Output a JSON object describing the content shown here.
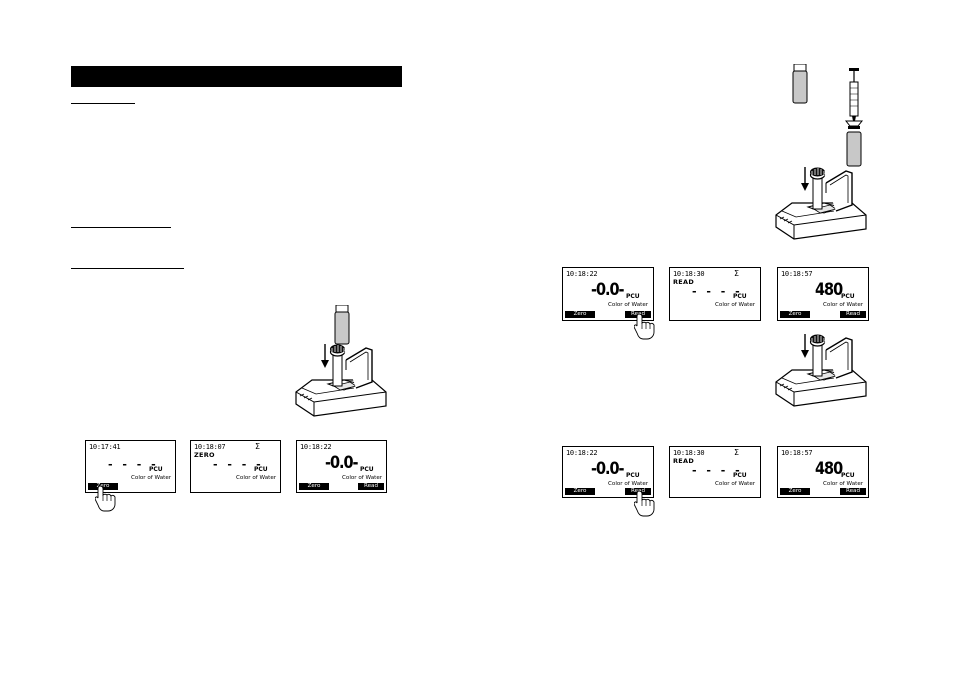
{
  "page": {
    "section_bar_color": "#000000"
  },
  "left_screens": [
    {
      "id": "s1",
      "time": "10:17:41",
      "sigma": "",
      "mode": "",
      "reading": "- - - -",
      "reading_kind": "dashes",
      "unit": "PCU",
      "parameter": "Color of Water",
      "key_left": "Zero",
      "key_right": "",
      "pressed": "left"
    },
    {
      "id": "s2",
      "time": "10:18:07",
      "sigma": "Σ",
      "mode": "ZERO",
      "reading": "- - - -",
      "reading_kind": "dashes",
      "unit": "PCU",
      "parameter": "Color of Water",
      "key_left": "",
      "key_right": "",
      "pressed": ""
    },
    {
      "id": "s3",
      "time": "10:18:22",
      "sigma": "",
      "mode": "",
      "reading": "-0.0-",
      "reading_kind": "value",
      "unit": "PCU",
      "parameter": "Color of Water",
      "key_left": "Zero",
      "key_right": "Read",
      "pressed": ""
    }
  ],
  "right_screens_row1": [
    {
      "id": "r1",
      "time": "10:18:22",
      "sigma": "",
      "mode": "",
      "reading": "-0.0-",
      "reading_kind": "value",
      "unit": "PCU",
      "parameter": "Color of Water",
      "key_left": "Zero",
      "key_right": "Read",
      "pressed": "right"
    },
    {
      "id": "r2",
      "time": "10:18:30",
      "sigma": "Σ",
      "mode": "READ",
      "reading": "- - - -",
      "reading_kind": "dashes",
      "unit": "PCU",
      "parameter": "Color of Water",
      "key_left": "",
      "key_right": "",
      "pressed": ""
    },
    {
      "id": "r3",
      "time": "10:18:57",
      "sigma": "",
      "mode": "",
      "reading": "480",
      "reading_kind": "value",
      "unit": "PCU",
      "parameter": "Color of Water",
      "key_left": "Zero",
      "key_right": "Read",
      "pressed": ""
    }
  ],
  "right_screens_row2": [
    {
      "id": "q1",
      "time": "10:18:22",
      "sigma": "",
      "mode": "",
      "reading": "-0.0-",
      "reading_kind": "value",
      "unit": "PCU",
      "parameter": "Color of Water",
      "key_left": "Zero",
      "key_right": "Read",
      "pressed": "right"
    },
    {
      "id": "q2",
      "time": "10:18:30",
      "sigma": "Σ",
      "mode": "READ",
      "reading": "- - - -",
      "reading_kind": "dashes",
      "unit": "PCU",
      "parameter": "Color of Water",
      "key_left": "",
      "key_right": "",
      "pressed": ""
    },
    {
      "id": "q3",
      "time": "10:18:57",
      "sigma": "",
      "mode": "",
      "reading": "480",
      "reading_kind": "value",
      "unit": "PCU",
      "parameter": "Color of Water",
      "key_left": "Zero",
      "key_right": "Read",
      "pressed": ""
    }
  ]
}
